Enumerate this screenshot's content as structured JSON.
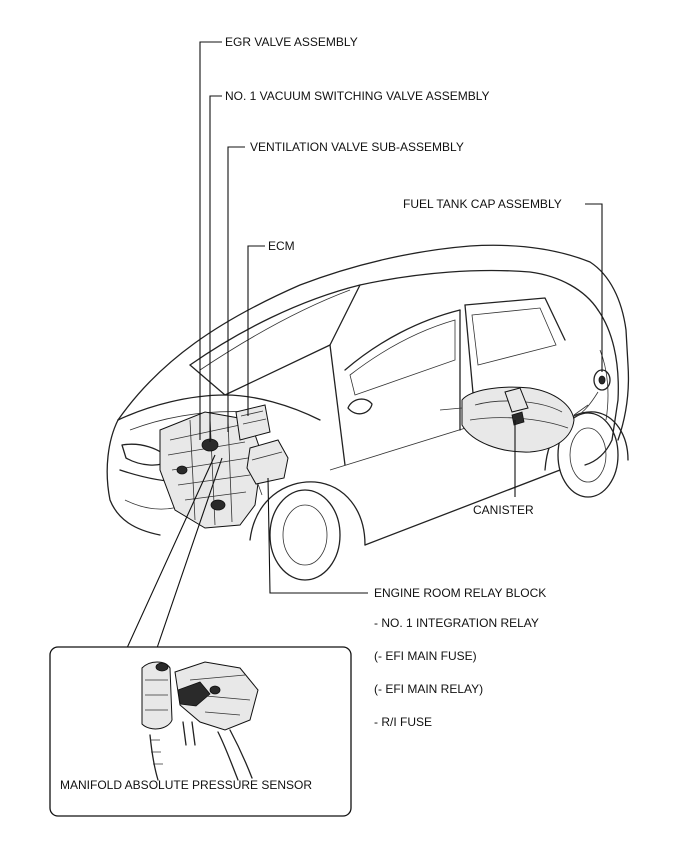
{
  "labels": {
    "egr": "EGR VALVE ASSEMBLY",
    "vsv": "NO. 1 VACUUM SWITCHING VALVE ASSEMBLY",
    "ventilation": "VENTILATION VALVE SUB-ASSEMBLY",
    "ecm": "ECM",
    "fuel_cap": "FUEL TANK CAP ASSEMBLY",
    "canister": "CANISTER",
    "relay_block": "ENGINE ROOM RELAY BLOCK",
    "sub1": "- NO. 1 INTEGRATION RELAY",
    "sub2": "(- EFI MAIN FUSE)",
    "sub3": "(- EFI MAIN RELAY)",
    "sub4": "- R/I FUSE",
    "map_sensor": "MANIFOLD ABSOLUTE PRESSURE SENSOR"
  }
}
